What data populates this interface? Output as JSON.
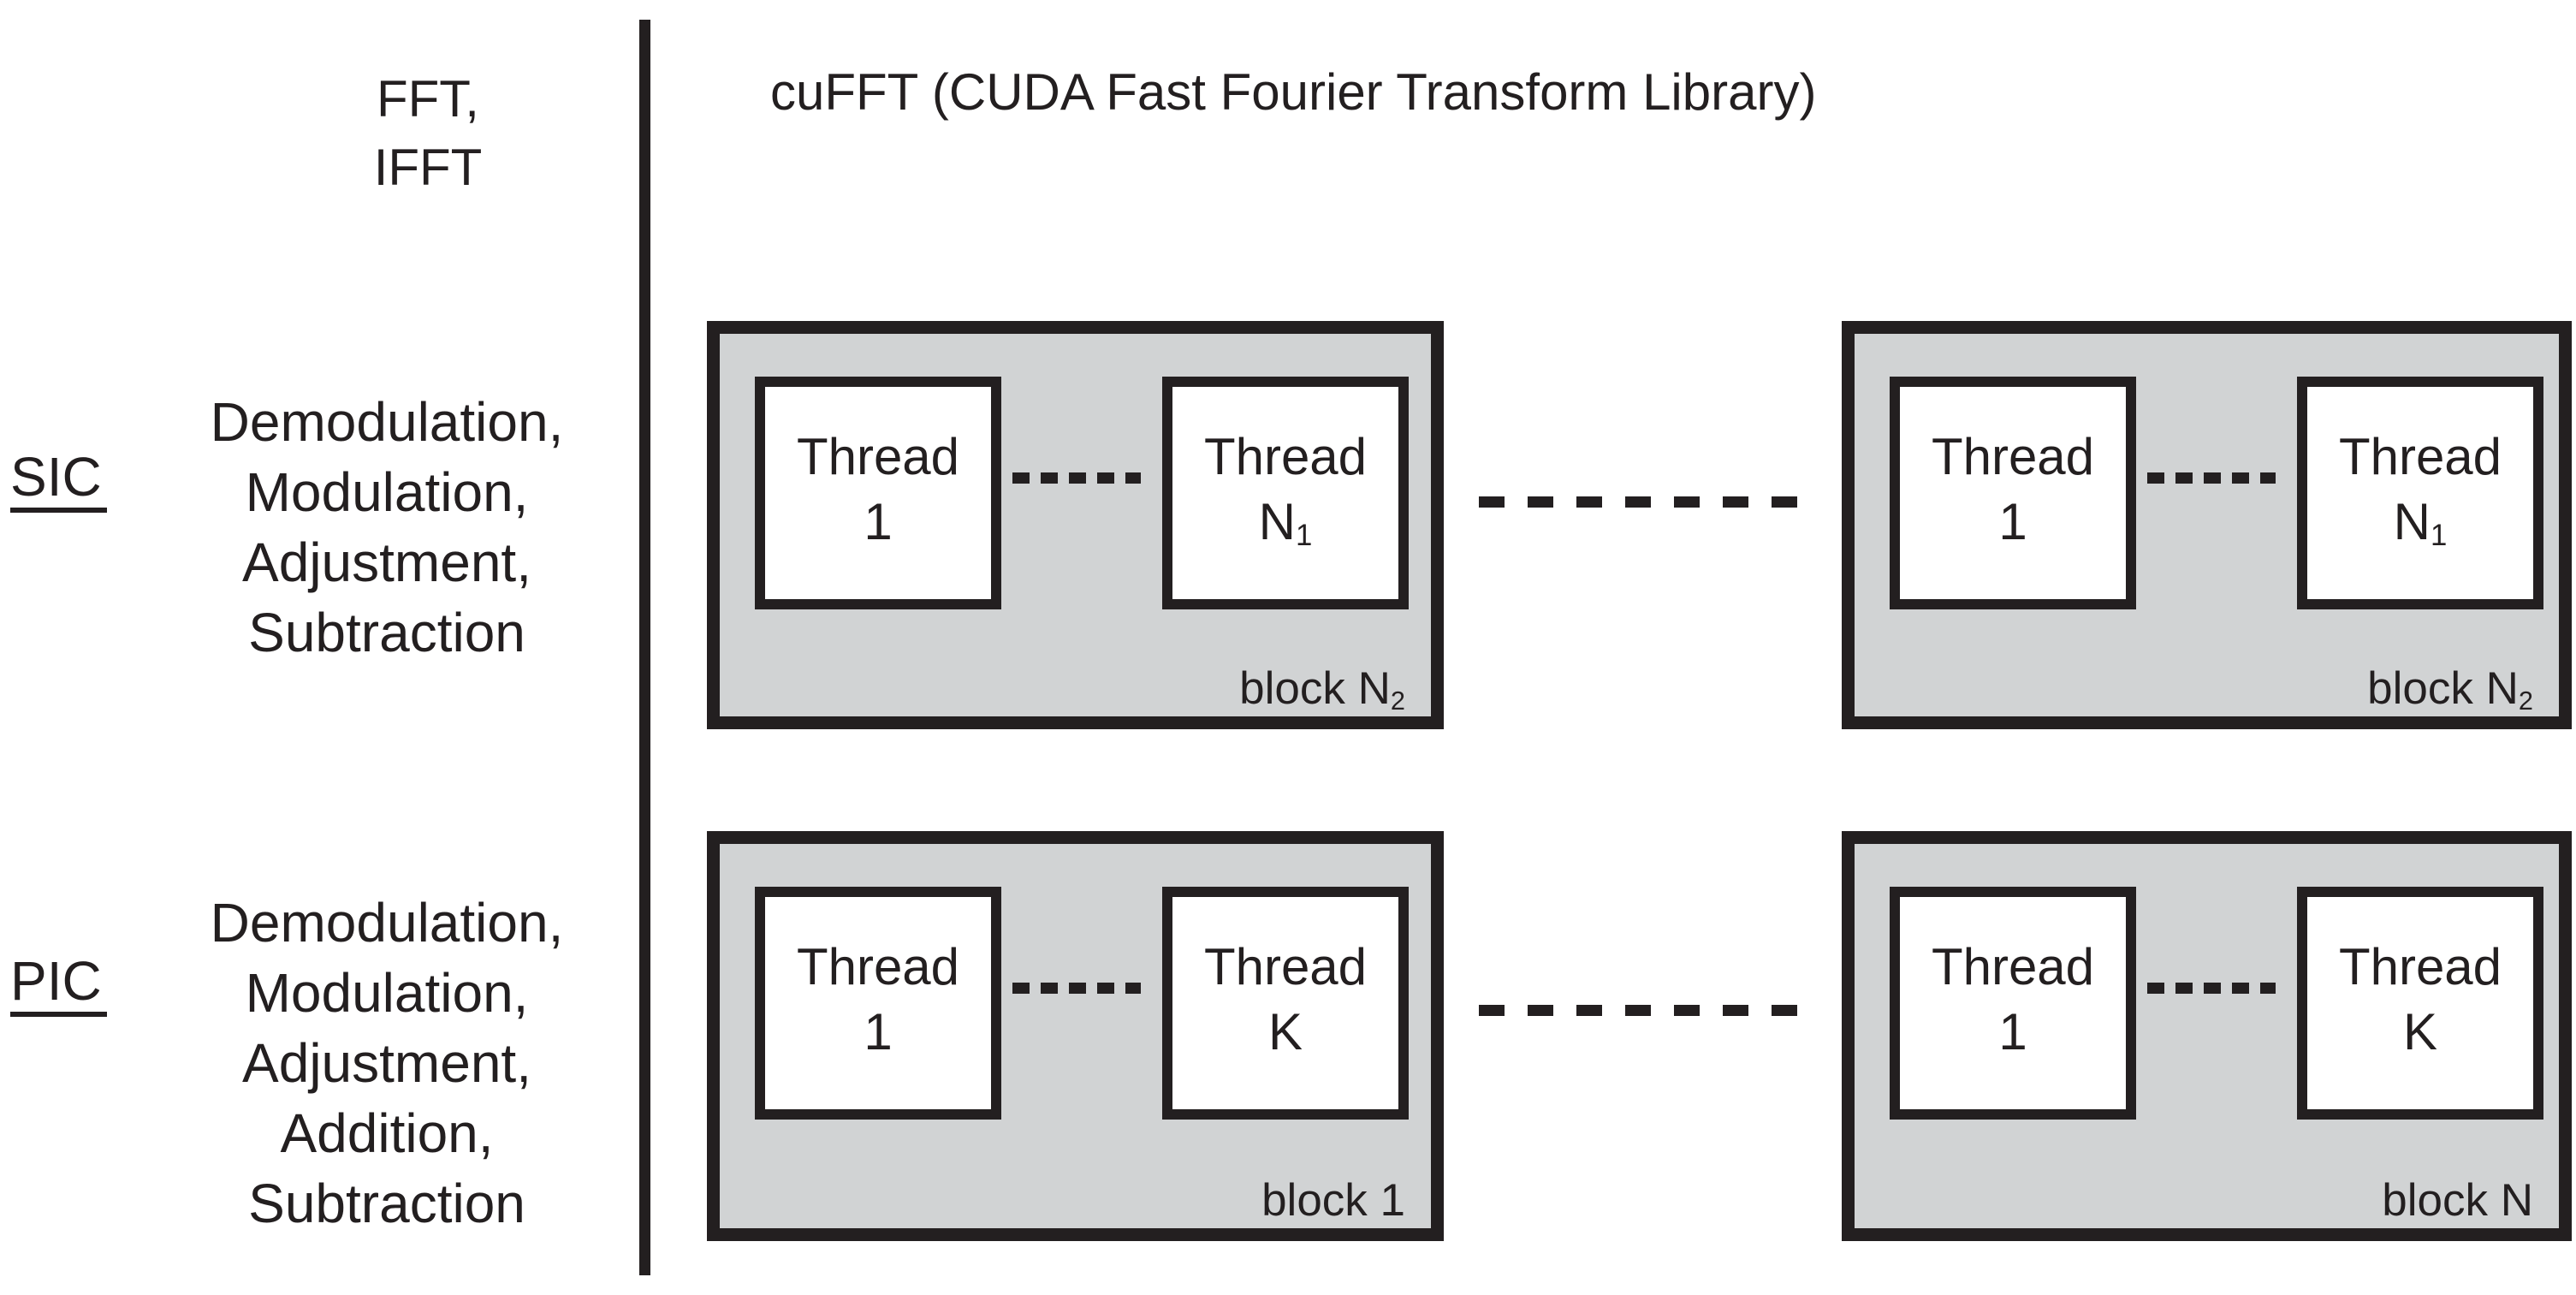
{
  "colors": {
    "ink": "#231f20",
    "block_fill": "#d1d3d4",
    "background": "#ffffff"
  },
  "left_panel": {
    "function_rows": [
      {
        "label": "",
        "functions": [
          "FFT,",
          "IFFT"
        ]
      },
      {
        "label": "SIC",
        "functions": [
          "Demodulation,",
          "Modulation,",
          "Adjustment,",
          "Subtraction"
        ]
      },
      {
        "label": "PIC",
        "functions": [
          "Demodulation,",
          "Modulation,",
          "Adjustment,",
          "Addition,",
          "Subtraction"
        ]
      }
    ]
  },
  "right_panel": {
    "title": "cuFFT (CUDA Fast Fourier Transform Library)",
    "blocks": [
      {
        "position": "top-left",
        "threads": [
          {
            "line1": "Thread",
            "line2": "1",
            "line2_sub": ""
          },
          {
            "line1": "Thread",
            "line2": "N",
            "line2_sub": "1"
          }
        ],
        "label": {
          "text": "block N",
          "sub": "2"
        }
      },
      {
        "position": "top-right",
        "threads": [
          {
            "line1": "Thread",
            "line2": "1",
            "line2_sub": ""
          },
          {
            "line1": "Thread",
            "line2": "N",
            "line2_sub": "1"
          }
        ],
        "label": {
          "text": "block N",
          "sub": "2"
        }
      },
      {
        "position": "bottom-left",
        "threads": [
          {
            "line1": "Thread",
            "line2": "1",
            "line2_sub": ""
          },
          {
            "line1": "Thread",
            "line2": "K",
            "line2_sub": ""
          }
        ],
        "label": {
          "text": "block 1",
          "sub": ""
        }
      },
      {
        "position": "bottom-right",
        "threads": [
          {
            "line1": "Thread",
            "line2": "1",
            "line2_sub": ""
          },
          {
            "line1": "Thread",
            "line2": "K",
            "line2_sub": ""
          }
        ],
        "label": {
          "text": "block N",
          "sub": ""
        }
      }
    ]
  }
}
